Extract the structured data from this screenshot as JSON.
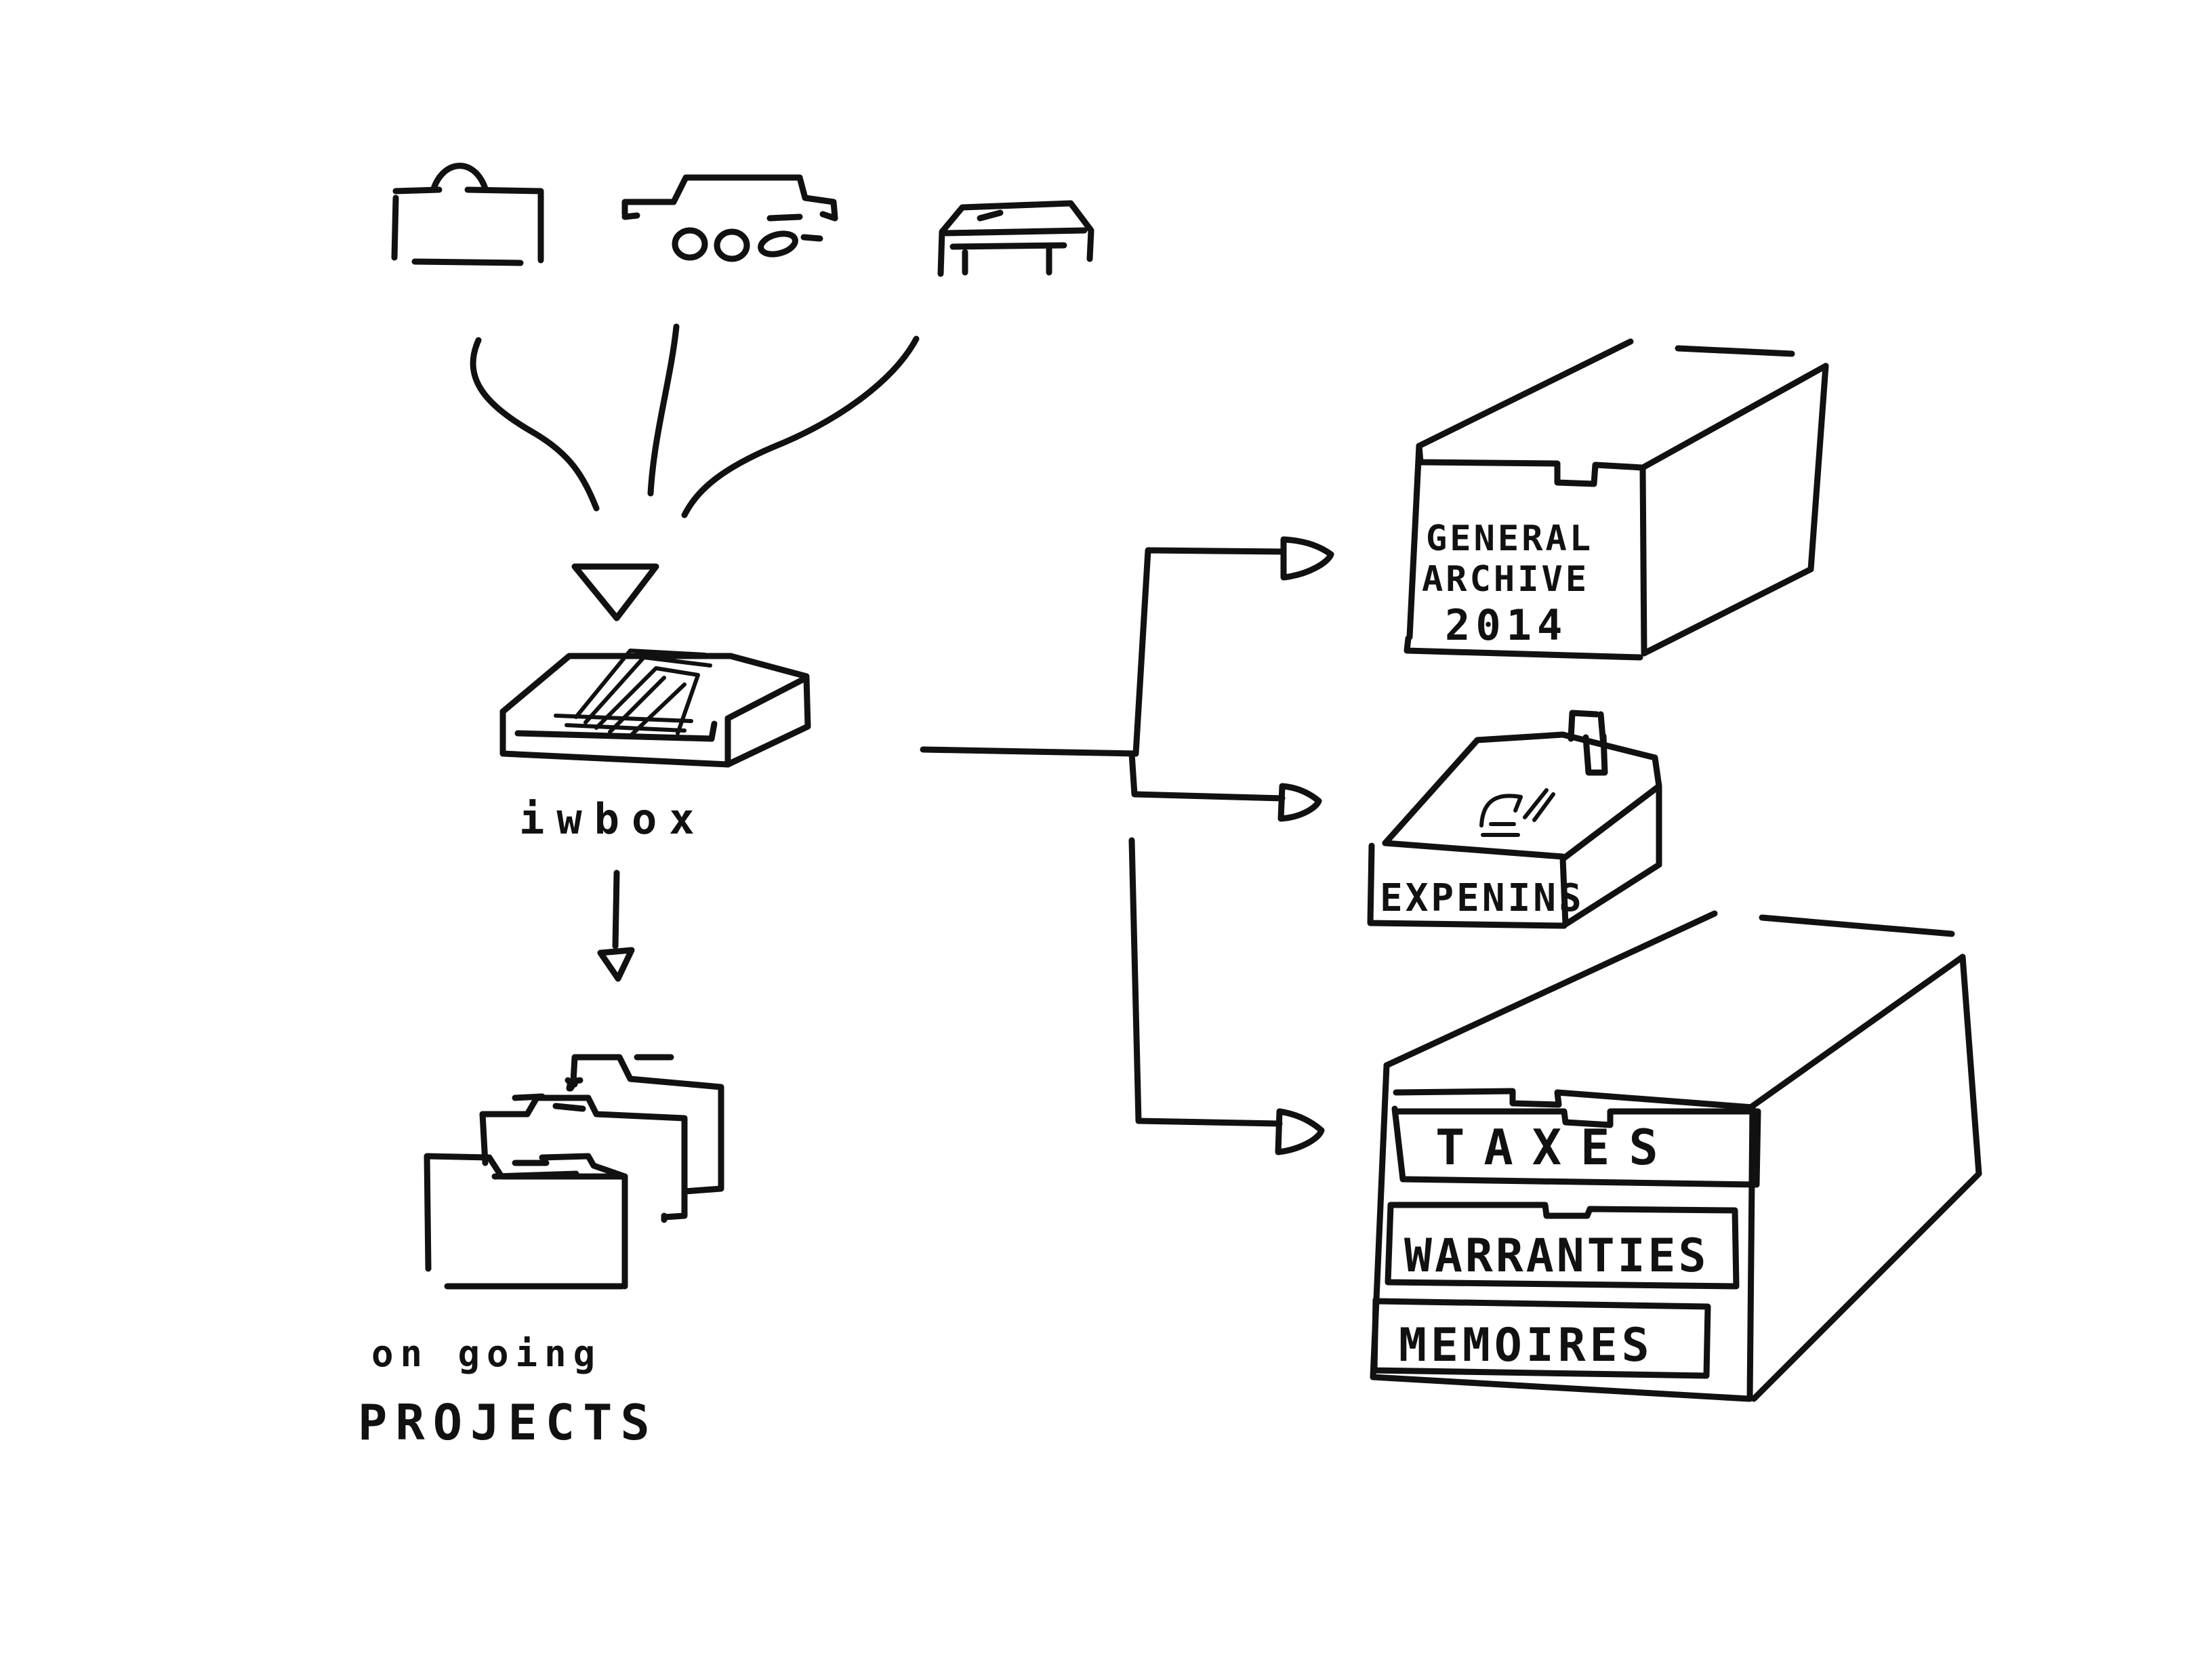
{
  "diagram": {
    "inbox_label": "iwbox",
    "projects_label_line1": "on going",
    "projects_label_line2": "PROJECTS",
    "archive_label_line1": "GENERAL",
    "archive_label_line2": "ARCHIVE",
    "archive_label_line3": "2014",
    "expenses_label": "EXPENINS",
    "drawer_labels": [
      "TAXES",
      "WARRANTIES",
      "MEMOIRES"
    ],
    "source_icons": [
      "briefcase-icon",
      "car-icon",
      "desk-icon"
    ],
    "ink_color": "#111111",
    "background_color": "#ffffff"
  }
}
